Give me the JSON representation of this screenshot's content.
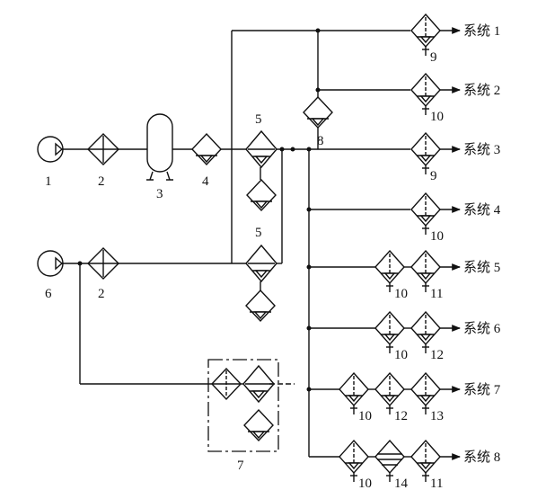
{
  "diagram": {
    "component_labels": {
      "air_compressor_1": "1",
      "filter_2a": "2",
      "air_tank": "3",
      "filter_4": "4",
      "dryer_5_upper": "5",
      "dryer_5_lower": "5",
      "air_compressor_6": "6",
      "filter_2b": "2",
      "unit_7": "7",
      "unit_8": "8"
    },
    "systems": [
      {
        "name": "系统 1",
        "components": [
          "9"
        ]
      },
      {
        "name": "系统 2",
        "components": [
          "10"
        ]
      },
      {
        "name": "系统 3",
        "components": [
          "9"
        ]
      },
      {
        "name": "系统 4",
        "components": [
          "10"
        ]
      },
      {
        "name": "系统 5",
        "components": [
          "10",
          "11"
        ]
      },
      {
        "name": "系统 6",
        "components": [
          "10",
          "12"
        ]
      },
      {
        "name": "系统 7",
        "components": [
          "10",
          "12",
          "13"
        ]
      },
      {
        "name": "系统 8",
        "components": [
          "10",
          "14",
          "11"
        ]
      }
    ]
  }
}
